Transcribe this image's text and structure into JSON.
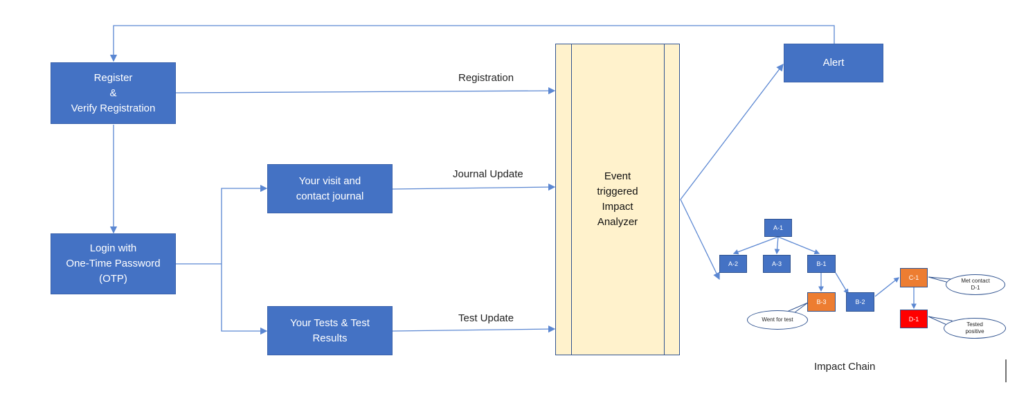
{
  "boxes": {
    "register": "Register\n&\nVerify Registration",
    "login": "Login with\nOne-Time Password\n(OTP)",
    "journal": "Your visit and\ncontact journal",
    "tests": "Your Tests & Test\nResults",
    "alert": "Alert"
  },
  "analyzer": {
    "label": "Event\ntriggered\nImpact\nAnalyzer"
  },
  "flow_labels": {
    "registration": "Registration",
    "journal_update": "Journal Update",
    "test_update": "Test Update"
  },
  "impact_chain": {
    "title": "Impact Chain",
    "nodes": {
      "a1": "A-1",
      "a2": "A-2",
      "a3": "A-3",
      "b1": "B-1",
      "b2": "B-2",
      "b3": "B-3",
      "c1": "C-1",
      "d1": "D-1"
    },
    "callouts": {
      "went_for_test": "Went for test",
      "met_contact": "Met contact\nD-1",
      "tested_positive": "Tested\npositive"
    }
  },
  "colors": {
    "box_blue": "#4472c4",
    "analyzer_fill": "#fff2cc",
    "line": "#5b87d2",
    "orange": "#ed7d31",
    "red": "#ff0000"
  }
}
